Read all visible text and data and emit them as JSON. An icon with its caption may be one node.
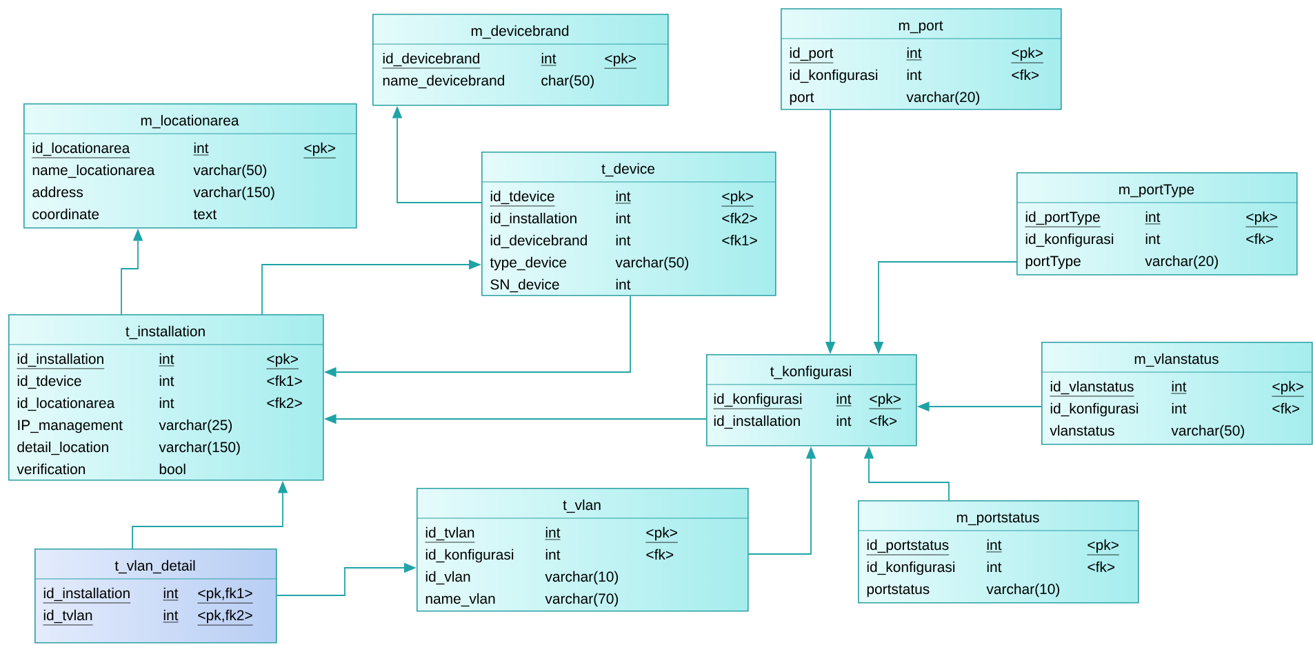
{
  "diagram": {
    "nodes": [
      {
        "text": [
          "m_port",
          "id_port",
          "int",
          "<pk>",
          "id_konfigurasi",
          "int",
          "<fk>",
          "port",
          "varchar(20)"
        ]
      },
      {
        "text": [
          "m_devicebrand",
          "id_devicebrand",
          "int",
          "<pk>",
          "name_devicebrand",
          "char(50)"
        ]
      },
      {
        "text": [
          "m_locationarea",
          "id_locationarea",
          "int",
          "<pk>",
          "name_locationarea",
          "varchar(50)",
          "address",
          "varchar(150)",
          "coordinate",
          "text"
        ]
      },
      {
        "text": [
          "t_device",
          "id_tdevice",
          "int",
          "<pk>",
          "id_installation",
          "int",
          "<fk2>",
          "id_devicebrand",
          "int",
          "<fk1>",
          "type_device",
          "varchar(50)",
          "SN_device",
          "int"
        ]
      },
      {
        "text": [
          "m_portType",
          "id_portType",
          "int",
          "<pk>",
          "id_konfigurasi",
          "int",
          "<fk>",
          "portType",
          "varchar(20)"
        ]
      },
      {
        "text": [
          "t_installation",
          "id_installation",
          "int",
          "<pk>",
          "id_tdevice",
          "int",
          "<fk1>",
          "id_locationarea",
          "int",
          "<fk2>",
          "IP_management",
          "varchar(25)",
          "detail_location",
          "varchar(150)",
          "verification",
          "bool"
        ]
      },
      {
        "text": [
          "t_konfigurasi",
          "id_konfigurasi",
          "int",
          "<pk>",
          "id_installation",
          "int",
          "<fk>"
        ]
      },
      {
        "text": [
          "m_vlanstatus",
          "id_vlanstatus",
          "int",
          "<pk>",
          "id_konfigurasi",
          "int",
          "<fk>",
          "vlanstatus",
          "varchar(50)"
        ]
      },
      {
        "text": [
          "t_vlan",
          "id_tvlan",
          "int",
          "<pk>",
          "id_konfigurasi",
          "int",
          "<fk>",
          "id_vlan",
          "varchar(10)",
          "name_vlan",
          "varchar(70)"
        ]
      },
      {
        "text": [
          "m_portstatus",
          "id_portstatus",
          "int",
          "<pk>",
          "id_konfigurasi",
          "int",
          "<fk>",
          "portstatus",
          "varchar(10)"
        ]
      },
      {
        "text": [
          "t_vlan_detail",
          "id_installation",
          "int",
          "<pk,fk1>",
          "id_tvlan",
          "int",
          "<pk,fk2>"
        ]
      }
    ],
    "edges": [
      {
        "from": 3,
        "to": 1,
        "arrow": "to"
      },
      {
        "from": 5,
        "to": 2,
        "arrow": "to"
      },
      {
        "from": 5,
        "to": 3,
        "arrow": "to"
      },
      {
        "from": 3,
        "to": 5,
        "arrow": "to"
      },
      {
        "from": 6,
        "to": 5,
        "arrow": "to"
      },
      {
        "from": 0,
        "to": 6,
        "arrow": "to"
      },
      {
        "from": 4,
        "to": 6,
        "arrow": "to"
      },
      {
        "from": 7,
        "to": 6,
        "arrow": "to"
      },
      {
        "from": 9,
        "to": 6,
        "arrow": "to"
      },
      {
        "from": 8,
        "to": 6,
        "arrow": "to"
      },
      {
        "from": 10,
        "to": 5,
        "arrow": "to"
      },
      {
        "from": 10,
        "to": 8,
        "arrow": "to"
      }
    ]
  }
}
